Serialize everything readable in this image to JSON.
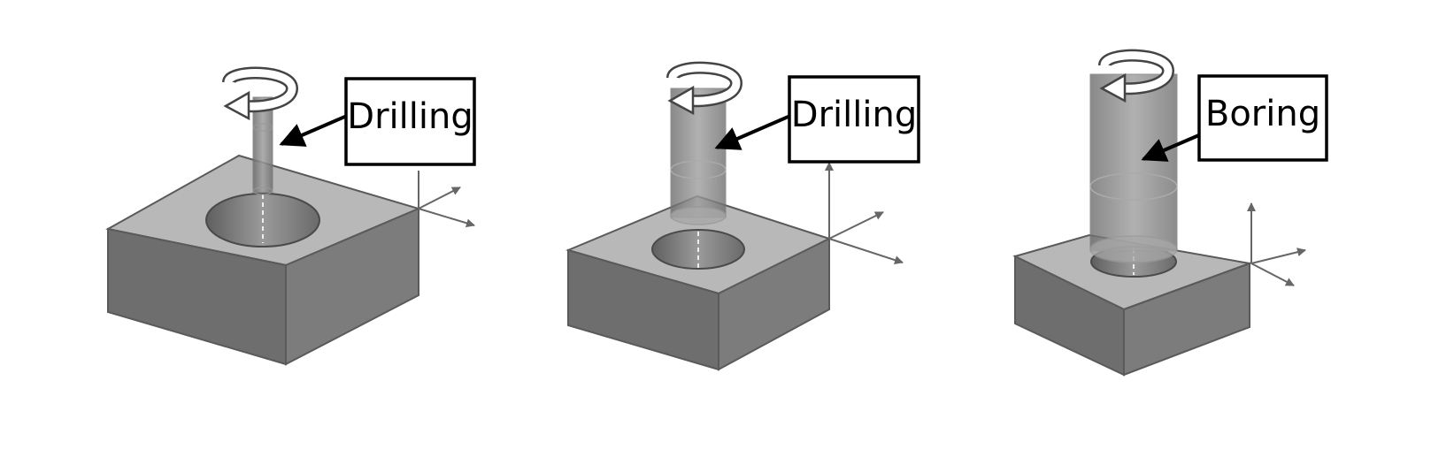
{
  "panels": [
    {
      "label": "Drilling"
    },
    {
      "label": "Drilling"
    },
    {
      "label": "Boring"
    }
  ],
  "colors": {
    "block_top": "#b5b5b5",
    "block_left": "#6e6e6e",
    "block_right": "#7e7e7e",
    "block_edge": "#5a5a5a",
    "hole": "#8c8c8c",
    "tool": "#888888",
    "label_border": "#000000"
  }
}
